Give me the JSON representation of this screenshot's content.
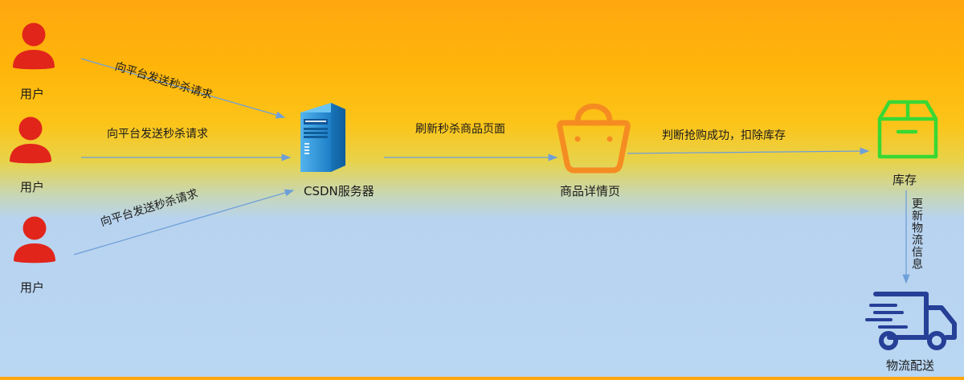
{
  "nodes": {
    "user_1": "用户",
    "user_2": "用户",
    "user_3": "用户",
    "server": "CSDN服务器",
    "product_page": "商品详情页",
    "inventory": "库存",
    "logistics": "物流配送"
  },
  "edges": {
    "request_1": "向平台发送秒杀请求",
    "request_2": "向平台发送秒杀请求",
    "request_3": "向平台发送秒杀请求",
    "refresh_page": "刷新秒杀商品页面",
    "judge_purchase": "判断抢购成功，扣除库存",
    "update_logistics": "更新物流信息"
  },
  "colors": {
    "user_icon": "#e1251b",
    "server_icon": "#1f86cf",
    "shopping_bag_icon": "#f58c22",
    "inventory_icon": "#39d833",
    "truck_icon": "#263f97",
    "arrows": "#6f9fd8"
  }
}
